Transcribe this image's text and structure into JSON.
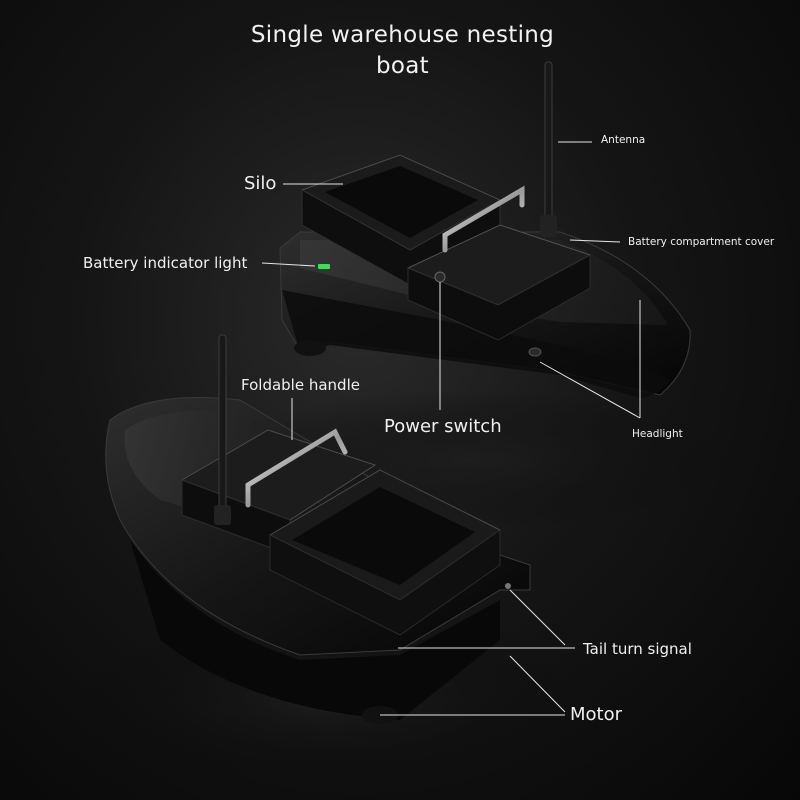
{
  "title": {
    "line1": "Single warehouse nesting",
    "line2": "boat"
  },
  "labels": {
    "antenna": "Antenna",
    "silo": "Silo",
    "battery_compartment_cover": "Battery compartment cover",
    "battery_indicator_light": "Battery indicator light",
    "foldable_handle": "Foldable handle",
    "power_switch": "Power switch",
    "headlight": "Headlight",
    "tail_turn_signal": "Tail turn signal",
    "motor": "Motor"
  },
  "colors": {
    "background": "#0b0b0b",
    "hull": "#161616",
    "text": "#f0f0f0",
    "leader_line": "#e6e6e6",
    "indicator_green": "#3fdc5a"
  }
}
